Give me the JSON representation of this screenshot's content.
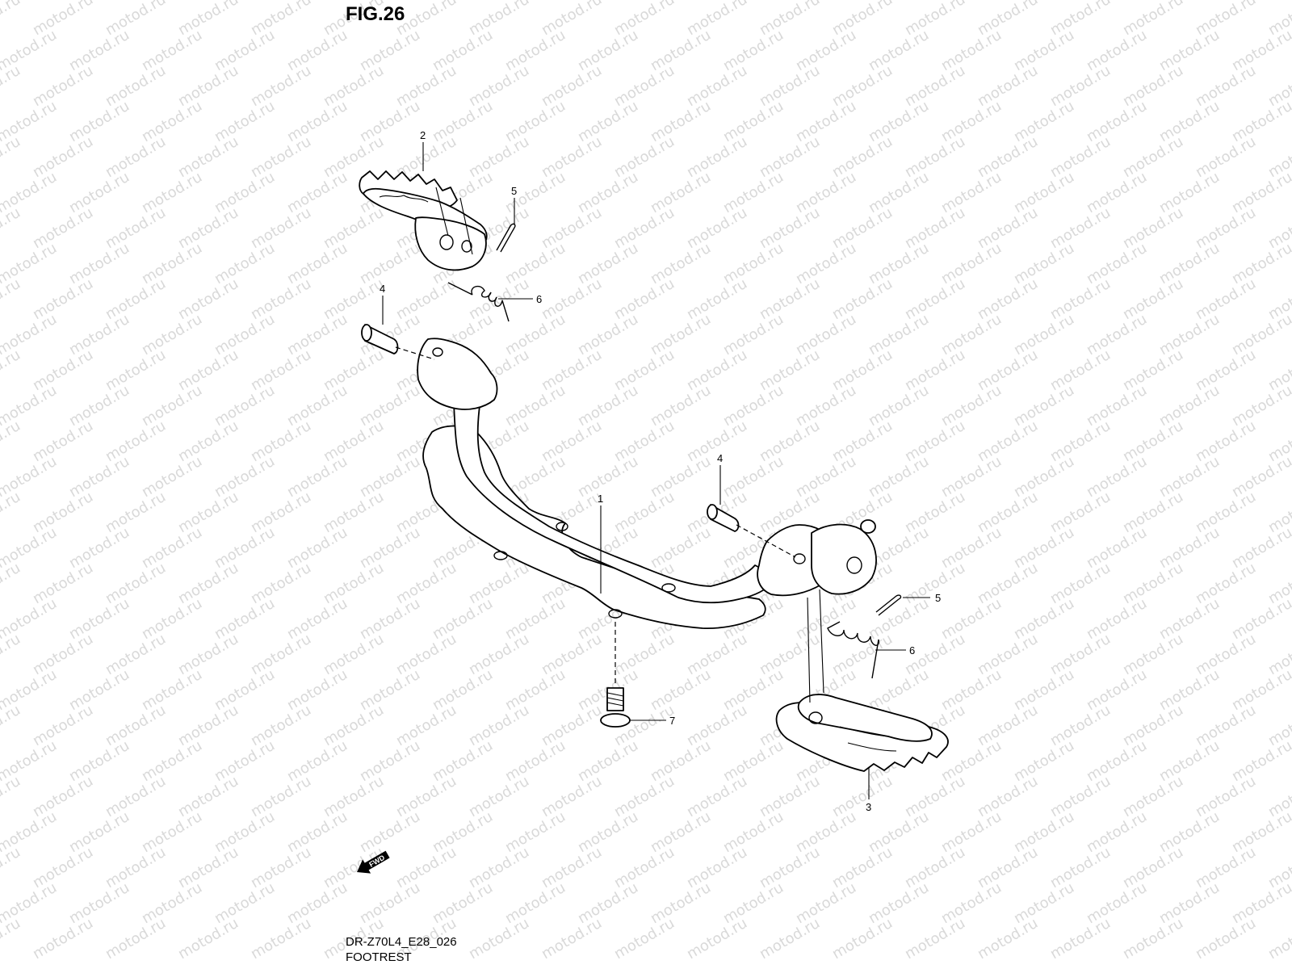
{
  "figure": {
    "title": "FIG.26",
    "model_code": "DR-Z70L4_E28_026",
    "caption": "FOOTREST"
  },
  "watermark": {
    "text": "motod.ru"
  },
  "fwd_arrow": {
    "label": "FWD"
  },
  "callouts": {
    "c1": "1",
    "c2": "2",
    "c3": "3",
    "c4a": "4",
    "c4b": "4",
    "c5a": "5",
    "c5b": "5",
    "c6a": "6",
    "c6b": "6",
    "c7": "7"
  }
}
